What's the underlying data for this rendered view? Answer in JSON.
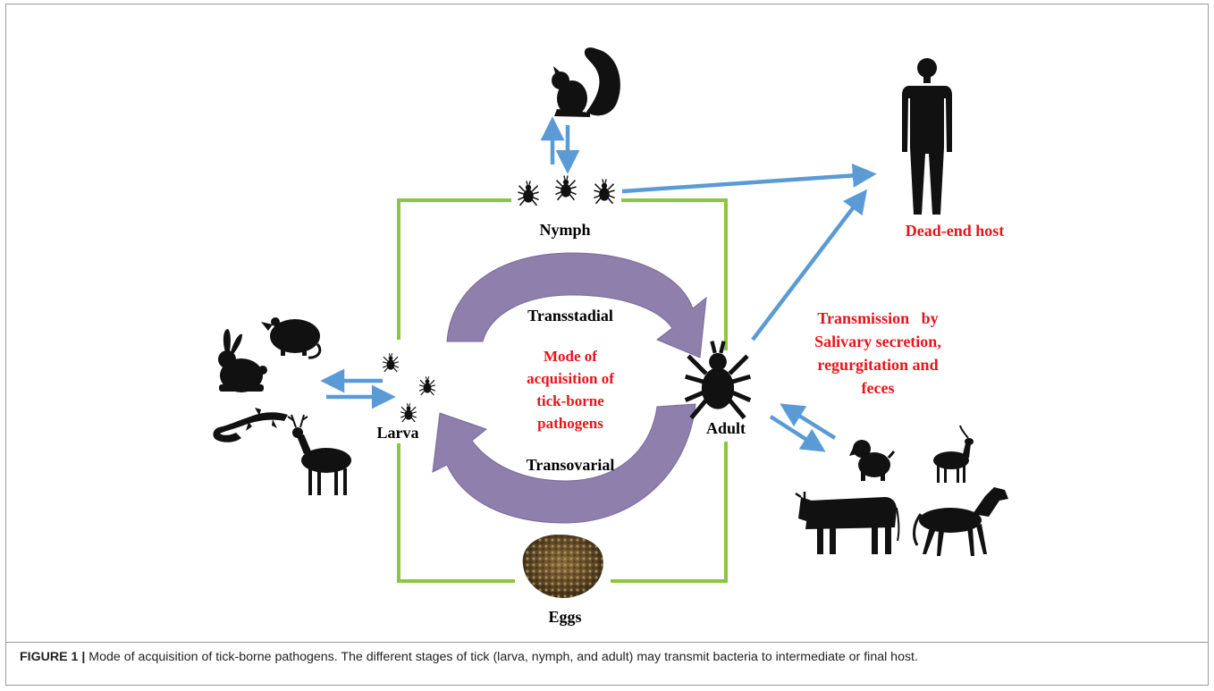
{
  "labels": {
    "nymph": "Nymph",
    "larva": "Larva",
    "adult": "Adult",
    "eggs": "Eggs",
    "transstadial": "Transstadial",
    "transovarial": "Transovarial",
    "dead_end_host": "Dead-end host",
    "mode_lines": [
      "Mode of",
      "acquisition of",
      "tick-borne",
      "pathogens"
    ],
    "transmission_lines": [
      "Transmission   by",
      "Salivary secretion,",
      "regurgitation and",
      "feces"
    ]
  },
  "caption": {
    "label": "FIGURE 1 |",
    "text": " Mode of acquisition of tick-borne pathogens. The different stages of tick (larva, nymph, and adult) may transmit bacteria to intermediate or final host."
  },
  "icons": [
    "squirrel-icon",
    "human-icon",
    "mouse-icon",
    "rabbit-icon",
    "lizard-icon",
    "deer-icon",
    "tick-icon",
    "egg-mass-icon",
    "dog-icon",
    "goat-icon",
    "cow-icon",
    "horse-icon"
  ],
  "colors": {
    "green_frame": "#8cc63f",
    "blue_arrow": "#5b9bd5",
    "purple_arrow": "#8f7fad",
    "red_text": "#e8141b",
    "silhouette": "#111111"
  }
}
